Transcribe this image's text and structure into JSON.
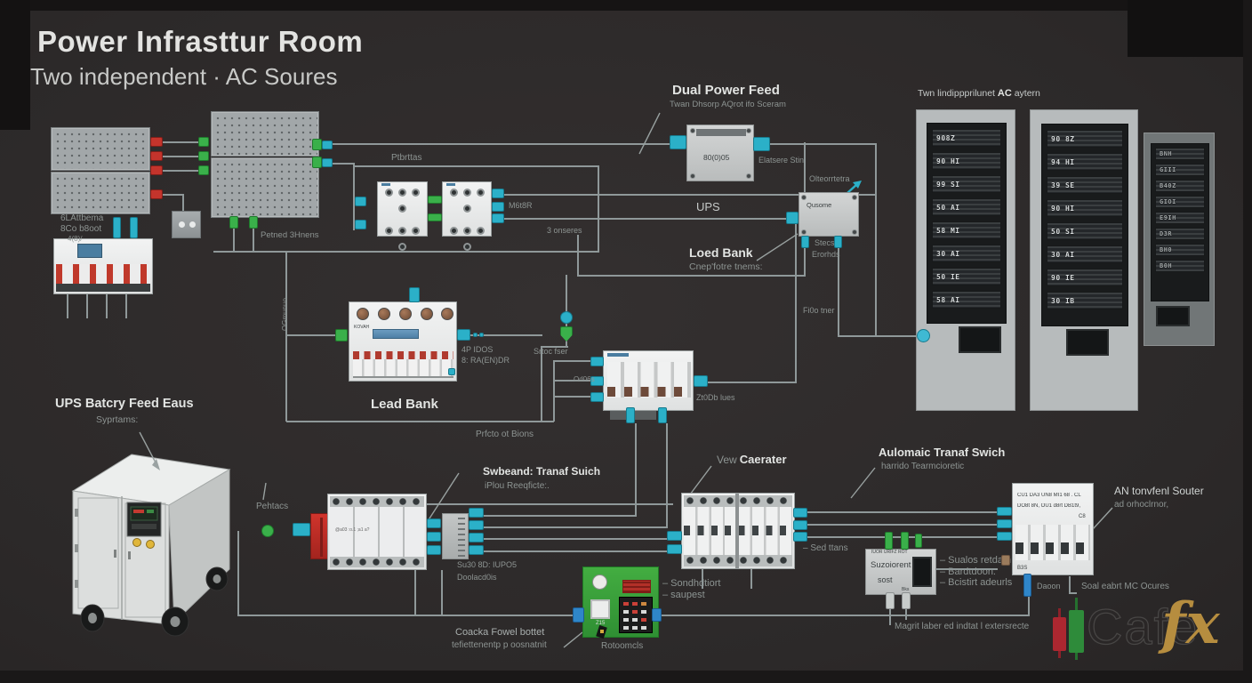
{
  "header": {
    "title": "Power Infrasttur Room",
    "subtitle": "Two independent · AC Soures"
  },
  "top_left": {
    "line1": "6LAttbema",
    "line2": "8Co b8oot",
    "line3": "4(8)/",
    "panel_b": "Petned 3Hnens"
  },
  "mid_top": {
    "breakers": "Ptbrttas",
    "meter": "M6t8R",
    "sources": "3 onseres"
  },
  "dpf": {
    "title": "Dual Power Feed",
    "subtitle": "Twan Dhsorp AQrot ifo Sceram",
    "box": "80(0)05",
    "wire": "Elatsere Stin",
    "side": "Olteorrtetra"
  },
  "ups": "UPS",
  "customer": {
    "box": "Qusome",
    "side1": "Stecs",
    "side2": "Erorhds"
  },
  "load_note": {
    "title": "Loed Bank",
    "subtitle": "Cnep'fotre tnems:"
  },
  "center": {
    "brand": "KOVAH",
    "r1": "4P IDOS",
    "r2": "8: RA(EN)DR",
    "vertical": "OGmunuo",
    "caption": "Lead Bank",
    "below": "Prfcto ot Bions"
  },
  "wire_labels": {
    "fuse": "Fi0o tner",
    "srtoc": "Srtoc fser",
    "od": "Od06s",
    "zdob": "Zt0Db lues"
  },
  "battery": {
    "title": "UPS Batcry Feed Eaus",
    "subtitle": "Syprtams:"
  },
  "bottom_left": {
    "pehtacs": "Pehtacs",
    "module_text": "@a03 :o.1 ;a1 a?"
  },
  "swbeand": {
    "title": "Swbeand: Tranaf Suich",
    "subtitle": "iPlou Reeqficte:.",
    "note1": "Su30 8D: IUPO5",
    "note2": "Doolacd0is"
  },
  "generator": {
    "prefix": "Vew",
    "name": "Caerater"
  },
  "ats": {
    "title": "Aulomaic Tranaf Swich",
    "subtitle": "harrido Tearmcioretic"
  },
  "sed": "– Sed ttans",
  "sacorent": {
    "top": "IUOR URIFZ ROT",
    "line1": "Suzoiorent",
    "line2": "sost",
    "side": "Bks",
    "list": [
      "– Sualos retdam",
      "– Bardtdoon.",
      "– Bcistirt adeurls"
    ]
  },
  "an_panel": {
    "row1": "CU1 DA3 UN8 MI1 68 . CL",
    "row2": "DO8t 8N, OU1 d8rt DB1t9,",
    "corner": "C8",
    "bottom_code": "B3S",
    "title": "AN tonvfenl Souter",
    "subtitle": "ad orhoclrnor,",
    "below_left": "Daoon",
    "below_right": "Soal eabrt MC Ocures"
  },
  "green_box": {
    "caption": "Rotoomcls",
    "tiny": "Z15",
    "list": [
      "– Sondhdtiort",
      "– saupest"
    ]
  },
  "coacka": {
    "line1": "Coacka Fowel bottet",
    "line2": "tefiettenentp p oosnatnit"
  },
  "magrit": "Magrit laber ed indtat l extersrecte",
  "racks": {
    "header_pre": "Twn lindippprilunet",
    "header_mid": "AC",
    "header_post": "aytern",
    "rack1": [
      "908Z",
      "90 HI",
      "99 SI",
      "50 AI",
      "58 MI",
      "30 AI",
      "50 IE",
      "58 AI"
    ],
    "rack2": [
      "90 8Z",
      "94 HI",
      "39 SE",
      "90 HI",
      "50 SI",
      "30 AI",
      "90 IE",
      "30 IB"
    ],
    "rack3": [
      "BNH",
      "GIII",
      "B40Z",
      "GIOI",
      "E9IH",
      "D3R",
      "BH0",
      "B0H"
    ]
  },
  "logo": {
    "cafe": "Cafe",
    "fx": "fx"
  },
  "colors": {
    "teal": "#2bb0c8",
    "green": "#3ab04a",
    "red": "#c4342c",
    "wire": "#8f9899",
    "gold": "#b68d3f",
    "bg": "#2e2b2b"
  }
}
